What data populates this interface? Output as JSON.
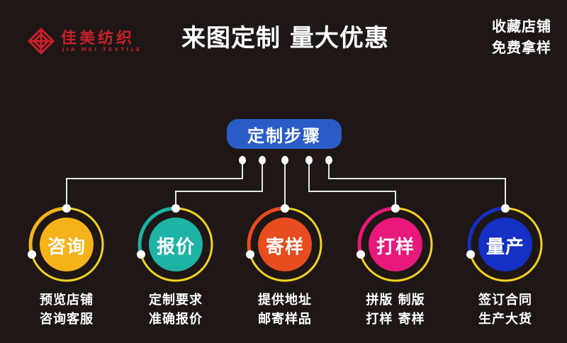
{
  "brand": {
    "name_cn": "佳美纺织",
    "name_en": "JIA MEI TEXTILE",
    "color": "#c8202a"
  },
  "header": {
    "headline": "来图定制 量大优惠",
    "corner_line1": "收藏店铺",
    "corner_line2": "免费拿样"
  },
  "process": {
    "title": "定制步骤",
    "title_color": "#2a5cc7",
    "ring_color": "#f2d31f",
    "connector_color": "#e6e6e6",
    "steps": [
      {
        "label": "咨询",
        "color": "#f5b219",
        "desc_line1": "预览店铺",
        "desc_line2": "咨询客服"
      },
      {
        "label": "报价",
        "color": "#1fb3a6",
        "desc_line1": "定制要求",
        "desc_line2": "准确报价"
      },
      {
        "label": "寄样",
        "color": "#e84d1f",
        "desc_line1": "提供地址",
        "desc_line2": "邮寄样品"
      },
      {
        "label": "打样",
        "color": "#e8197a",
        "desc_line1": "拼版 制版",
        "desc_line2": "打样 寄样"
      },
      {
        "label": "量产",
        "color": "#1530c4",
        "desc_line1": "签订合同",
        "desc_line2": "生产大货"
      }
    ]
  }
}
